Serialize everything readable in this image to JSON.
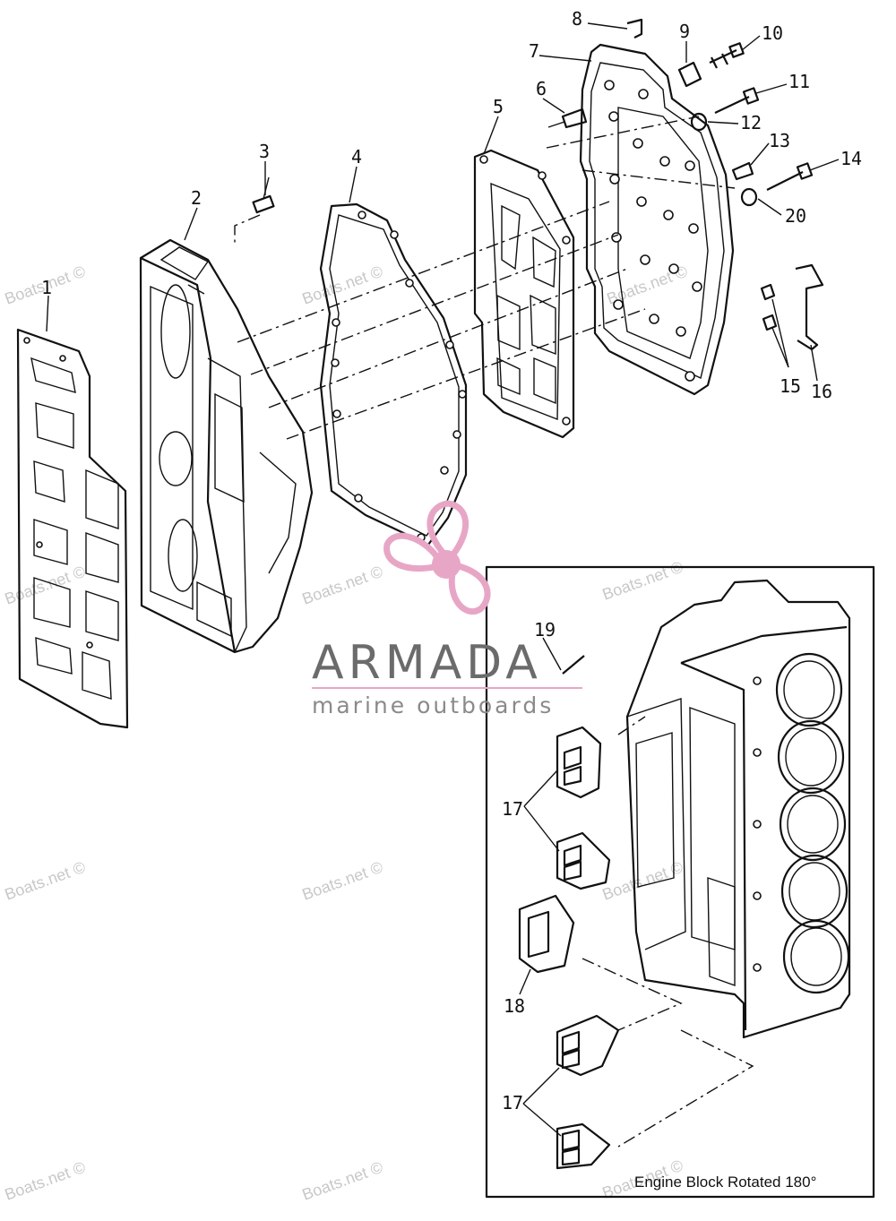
{
  "callouts": [
    {
      "id": "1",
      "text": "1"
    },
    {
      "id": "2",
      "text": "2"
    },
    {
      "id": "3",
      "text": "3"
    },
    {
      "id": "4",
      "text": "4"
    },
    {
      "id": "5",
      "text": "5"
    },
    {
      "id": "6",
      "text": "6"
    },
    {
      "id": "7",
      "text": "7"
    },
    {
      "id": "8",
      "text": "8"
    },
    {
      "id": "9",
      "text": "9"
    },
    {
      "id": "10",
      "text": "10"
    },
    {
      "id": "11",
      "text": "11"
    },
    {
      "id": "12",
      "text": "12"
    },
    {
      "id": "13",
      "text": "13"
    },
    {
      "id": "14",
      "text": "14"
    },
    {
      "id": "15",
      "text": "15"
    },
    {
      "id": "16",
      "text": "16"
    },
    {
      "id": "17",
      "text": "17"
    },
    {
      "id": "18",
      "text": "18"
    },
    {
      "id": "19",
      "text": "19"
    },
    {
      "id": "20",
      "text": "20"
    }
  ],
  "inset": {
    "caption": "Engine Block Rotated 180°"
  },
  "watermark": {
    "text": "Boats.net ©"
  },
  "brand": {
    "name": "ARMADA",
    "tagline": "marine outboards",
    "logo_color": "#e8a6c6",
    "text_color": "#6b6b6b",
    "line_color": "#e8a6c6"
  }
}
